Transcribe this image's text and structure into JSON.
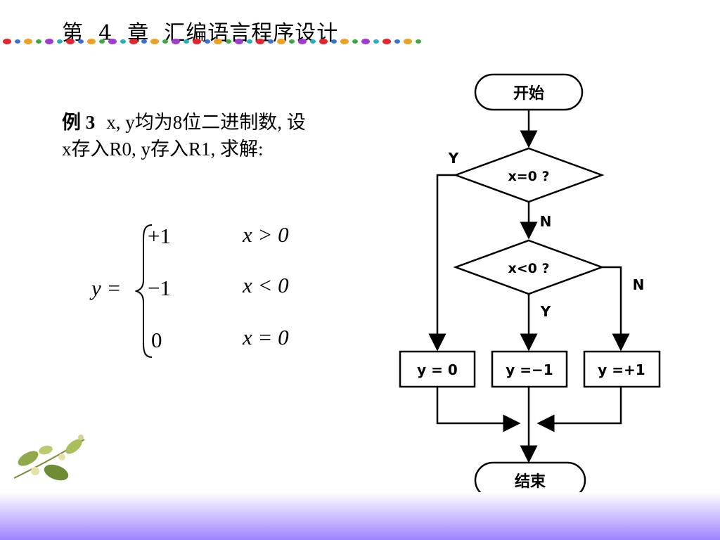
{
  "header": {
    "chapter_title": "第  4  章  汇编语言程序设计",
    "dot_colors": [
      "#e8252a",
      "#3b6fd8",
      "#f0a020",
      "#3aa83a",
      "#a03ad0",
      "#20b0c0"
    ]
  },
  "example": {
    "label": "例 3",
    "line1": "x, y均为8位二进制数, 设",
    "line2": "x存入R0, y存入R1, 求解:"
  },
  "equation": {
    "lhs": "y =",
    "cases": [
      {
        "value": "+1",
        "condition": "x > 0"
      },
      {
        "value": "−1",
        "condition": "x < 0"
      },
      {
        "value": "0",
        "condition": "x = 0"
      }
    ]
  },
  "flowchart": {
    "start": "开始",
    "decision1": "x=0 ?",
    "decision1_yes": "Y",
    "decision1_no": "N",
    "decision2": "x<0 ?",
    "decision2_yes": "Y",
    "decision2_no": "N",
    "box_zero": "y = 0",
    "box_minus": "y =−1",
    "box_plus": "y =+1",
    "end": "结束"
  }
}
